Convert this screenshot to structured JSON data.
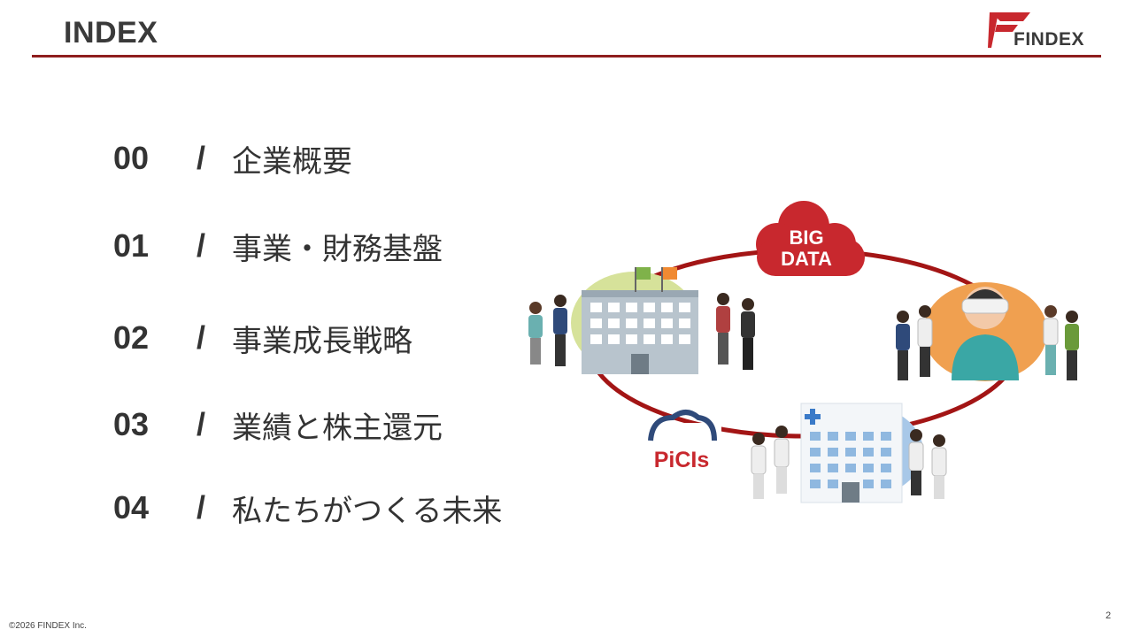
{
  "header": {
    "title": "INDEX",
    "logo_text": "FINDEX"
  },
  "menu": [
    {
      "number": "00",
      "separator": "/",
      "label": "企業概要"
    },
    {
      "number": "01",
      "separator": "/",
      "label": "事業・財務基盤"
    },
    {
      "number": "02",
      "separator": "/",
      "label": "事業成長戦略"
    },
    {
      "number": "03",
      "separator": "/",
      "label": "業績と株主還元"
    },
    {
      "number": "04",
      "separator": "/",
      "label": "私たちがつくる未来"
    }
  ],
  "illustration": {
    "cloud_text_line1": "BIG",
    "cloud_text_line2": "DATA",
    "picis_text": "PiCIs"
  },
  "footer": {
    "copyright": "©2026 FINDEX Inc.",
    "page_number": "2"
  },
  "colors": {
    "brand_red": "#c8282e",
    "rule": "#8f1d1d",
    "ring": "#a31515"
  }
}
